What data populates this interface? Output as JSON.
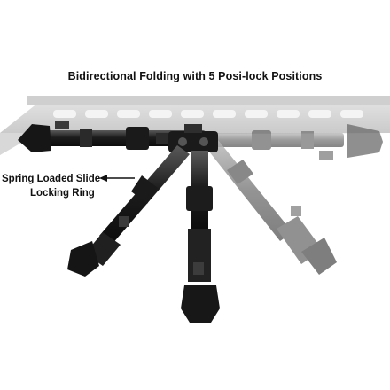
{
  "heading": "Bidirectional Folding with 5 Posi-lock Positions",
  "callout": {
    "line1": "Spring Loaded Slide",
    "line2": "Locking Ring"
  },
  "colors": {
    "background": "#ffffff",
    "text": "#111111",
    "rail": "#d6d6d6",
    "leg_dark": "#1e1e1e",
    "leg_ghost": "#8a8a8a"
  }
}
